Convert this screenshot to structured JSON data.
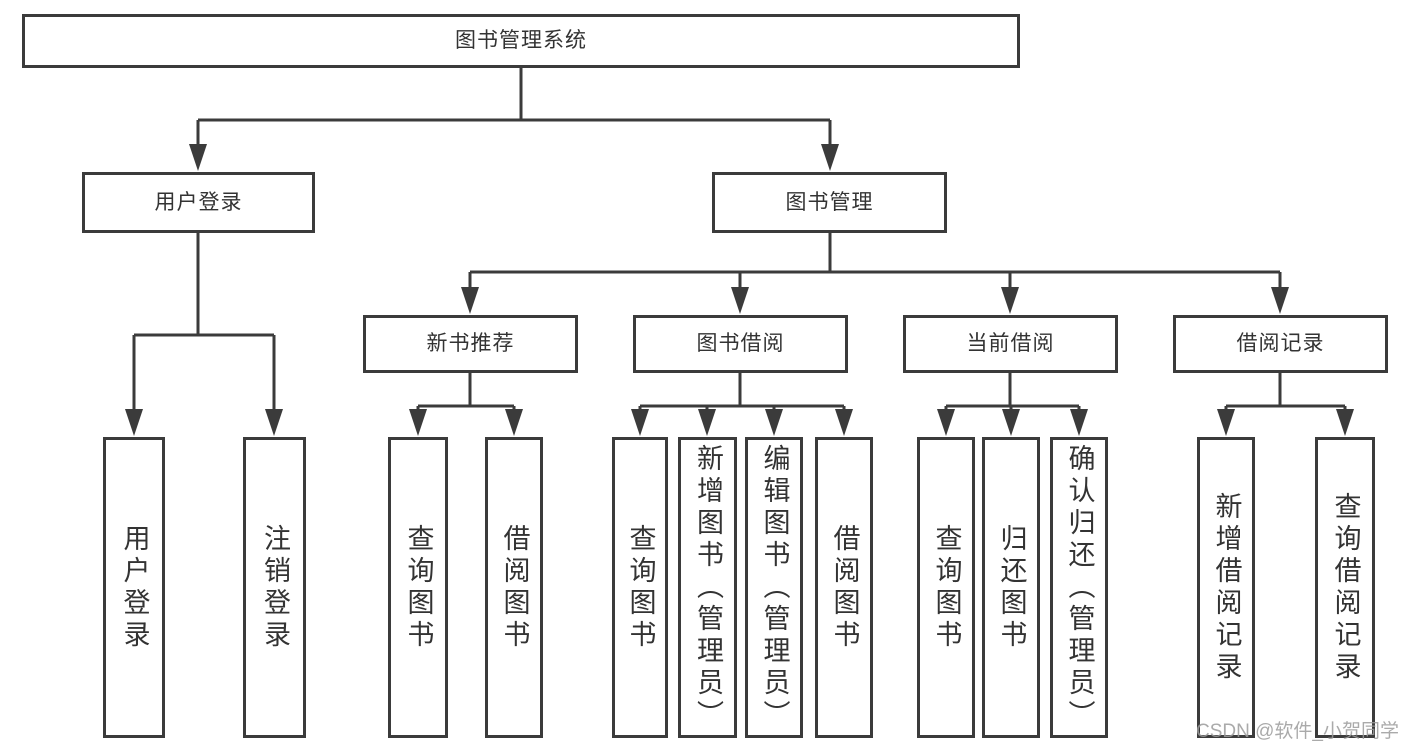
{
  "diagram": {
    "root": {
      "label": "图书管理系统"
    },
    "branches": {
      "user_login": {
        "label": "用户登录",
        "leaves": {
          "login": {
            "label": "用户登录"
          },
          "logout": {
            "label": "注销登录"
          }
        }
      },
      "book_management": {
        "label": "图书管理",
        "sections": {
          "new_book_recommend": {
            "label": "新书推荐",
            "leaves": {
              "query_books": {
                "label": "查询图书"
              },
              "borrow_books": {
                "label": "借阅图书"
              }
            }
          },
          "book_borrow": {
            "label": "图书借阅",
            "leaves": {
              "query_books": {
                "label": "查询图书"
              },
              "add_book_admin": {
                "label": "新增图书（管理员）"
              },
              "edit_book_admin": {
                "label": "编辑图书（管理员）"
              },
              "borrow_books": {
                "label": "借阅图书"
              }
            }
          },
          "current_borrow": {
            "label": "当前借阅",
            "leaves": {
              "query_books": {
                "label": "查询图书"
              },
              "return_books": {
                "label": "归还图书"
              },
              "confirm_return_admin": {
                "label": "确认归还（管理员）"
              }
            }
          },
          "borrow_records": {
            "label": "借阅记录",
            "leaves": {
              "add_borrow_record": {
                "label": "新增借阅记录"
              },
              "query_borrow_record": {
                "label": "查询借阅记录"
              }
            }
          }
        }
      }
    }
  },
  "watermark": {
    "label": "CSDN @软件_小贺同学"
  },
  "colors": {
    "line": "#3b3b3b",
    "text": "#333333",
    "watermark": "#9c9c9c",
    "background": "#ffffff"
  }
}
